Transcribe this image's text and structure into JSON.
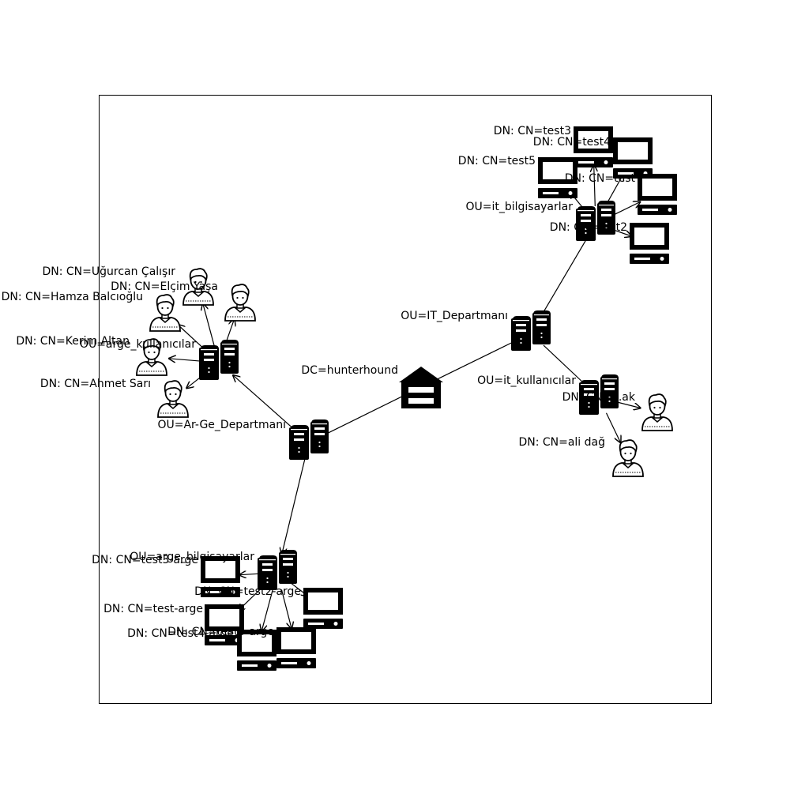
{
  "diagram": {
    "nodes": [
      {
        "id": "dc",
        "type": "dc-icon",
        "label": "DC=hunterhound"
      },
      {
        "id": "ou-it",
        "type": "ou-server-icon",
        "label": "OU=IT_Departmanı"
      },
      {
        "id": "ou-it-bilgisayarlar",
        "type": "ou-server-icon",
        "label": "OU=it_bilgisayarlar"
      },
      {
        "id": "ou-it-kullanicilar",
        "type": "ou-server-icon",
        "label": "OU=it_kullanıcılar"
      },
      {
        "id": "ou-arge",
        "type": "ou-server-icon",
        "label": "OU=Ar-Ge_Departmanı"
      },
      {
        "id": "ou-arge-kullanicilar",
        "type": "ou-server-icon",
        "label": "OU=arge_kullanıcılar"
      },
      {
        "id": "ou-arge-bilgisayarlar",
        "type": "ou-server-icon",
        "label": "OU=arge_bilgisayarlar"
      },
      {
        "id": "c-test3",
        "type": "computer-icon",
        "label": "DN: CN=test3"
      },
      {
        "id": "c-test4",
        "type": "computer-icon",
        "label": "DN: CN=test4"
      },
      {
        "id": "c-test5",
        "type": "computer-icon",
        "label": "DN: CN=test5"
      },
      {
        "id": "c-test",
        "type": "computer-icon",
        "label": "DN: CN=test"
      },
      {
        "id": "c-test2",
        "type": "computer-icon",
        "label": "DN: CN=test2"
      },
      {
        "id": "u-ak",
        "type": "user-icon",
        "label": "DN: CN=...ak"
      },
      {
        "id": "u-alidag",
        "type": "user-icon",
        "label": "DN: CN=ali dağ"
      },
      {
        "id": "u-ugurcan",
        "type": "user-icon",
        "label": "DN: CN=Uğurcan Çalışır"
      },
      {
        "id": "u-elcim",
        "type": "user-icon",
        "label": "DN: CN=Elçim Yaşa"
      },
      {
        "id": "u-hamza",
        "type": "user-icon",
        "label": "DN: CN=Hamza Balcıoğlu"
      },
      {
        "id": "u-kerim",
        "type": "user-icon",
        "label": "DN: CN=Kerim Altan"
      },
      {
        "id": "u-ahmet",
        "type": "user-icon",
        "label": "DN: CN=Ahmet Sarı"
      },
      {
        "id": "c-test3-arge",
        "type": "computer-icon",
        "label": "DN: CN=test3-arge"
      },
      {
        "id": "c-test2-arge",
        "type": "computer-icon",
        "label": "DN: CN=test2-arge"
      },
      {
        "id": "c-test-arge",
        "type": "computer-icon",
        "label": "DN: CN=test-arge"
      },
      {
        "id": "c-test4-arge",
        "type": "computer-icon",
        "label": "DN: CN=test4-arge"
      },
      {
        "id": "c-test5-arge",
        "type": "computer-icon",
        "label": "DN: CN=test5-arge"
      }
    ],
    "edges": [
      {
        "from": "dc",
        "to": "ou-it",
        "arrow": false
      },
      {
        "from": "dc",
        "to": "ou-arge",
        "arrow": false
      },
      {
        "from": "ou-it",
        "to": "ou-it-bilgisayarlar",
        "arrow": false
      },
      {
        "from": "ou-it",
        "to": "ou-it-kullanicilar",
        "arrow": false
      },
      {
        "from": "ou-it-bilgisayarlar",
        "to": "c-test3",
        "arrow": true
      },
      {
        "from": "ou-it-bilgisayarlar",
        "to": "c-test4",
        "arrow": true
      },
      {
        "from": "ou-it-bilgisayarlar",
        "to": "c-test5",
        "arrow": true
      },
      {
        "from": "ou-it-bilgisayarlar",
        "to": "c-test",
        "arrow": true
      },
      {
        "from": "ou-it-bilgisayarlar",
        "to": "c-test2",
        "arrow": true
      },
      {
        "from": "ou-it-kullanicilar",
        "to": "u-ak",
        "arrow": true
      },
      {
        "from": "ou-it-kullanicilar",
        "to": "u-alidag",
        "arrow": true
      },
      {
        "from": "ou-arge",
        "to": "ou-arge-kullanicilar",
        "arrow": true
      },
      {
        "from": "ou-arge",
        "to": "ou-arge-bilgisayarlar",
        "arrow": true
      },
      {
        "from": "ou-arge-kullanicilar",
        "to": "u-elcim",
        "arrow": true
      },
      {
        "from": "ou-arge-kullanicilar",
        "to": "u-ugurcan",
        "arrow": true
      },
      {
        "from": "ou-arge-kullanicilar",
        "to": "u-hamza",
        "arrow": true
      },
      {
        "from": "ou-arge-kullanicilar",
        "to": "u-kerim",
        "arrow": true
      },
      {
        "from": "ou-arge-kullanicilar",
        "to": "u-ahmet",
        "arrow": true
      },
      {
        "from": "ou-arge-bilgisayarlar",
        "to": "c-test3-arge",
        "arrow": true
      },
      {
        "from": "ou-arge-bilgisayarlar",
        "to": "c-test2-arge",
        "arrow": true
      },
      {
        "from": "ou-arge-bilgisayarlar",
        "to": "c-test-arge",
        "arrow": true
      },
      {
        "from": "ou-arge-bilgisayarlar",
        "to": "c-test4-arge",
        "arrow": true
      },
      {
        "from": "ou-arge-bilgisayarlar",
        "to": "c-test5-arge",
        "arrow": true
      }
    ]
  }
}
